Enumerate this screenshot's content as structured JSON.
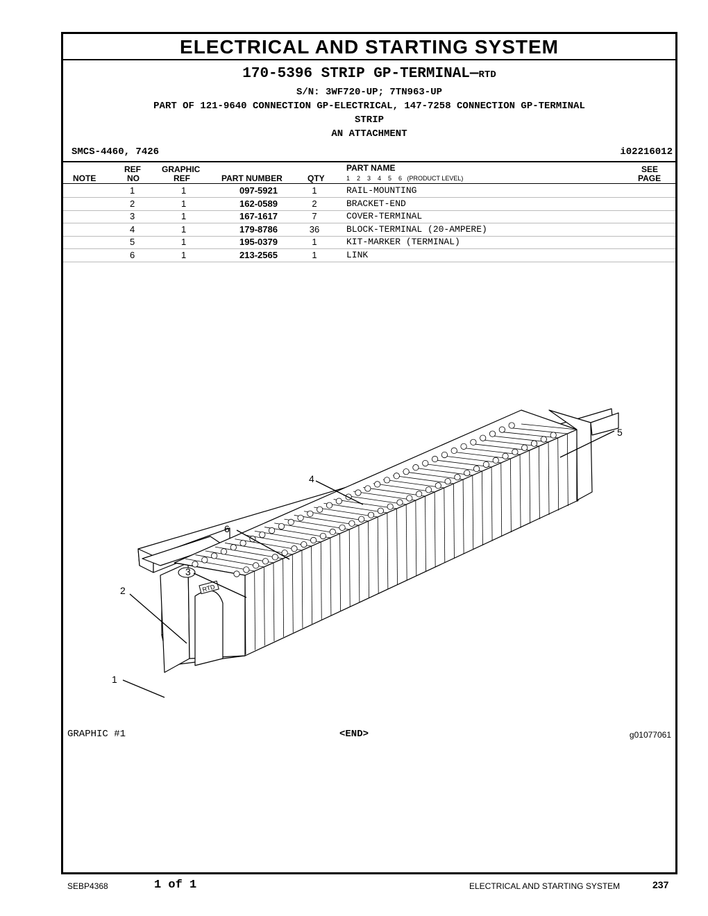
{
  "header": {
    "title": "ELECTRICAL AND STARTING SYSTEM",
    "part_title": "170-5396 STRIP GP-TERMINAL",
    "suffix": "RTD",
    "serial": "S/N: 3WF720-UP; 7TN963-UP",
    "part_of_1": "PART OF 121-9640 CONNECTION GP-ELECTRICAL, 147-7258 CONNECTION GP-TERMINAL",
    "part_of_2": "STRIP",
    "attachment": "AN ATTACHMENT",
    "smcs": "SMCS-4460, 7426",
    "illustration_id": "i02216012"
  },
  "table": {
    "columns": {
      "note": "NOTE",
      "ref_1": "REF",
      "ref_2": "NO",
      "graphic_1": "GRAPHIC",
      "graphic_2": "REF",
      "part_number": "PART NUMBER",
      "qty": "QTY",
      "part_name": "PART NAME",
      "levels": "1    2    3    4    5    6   (PRODUCT LEVEL)",
      "see_1": "SEE",
      "see_2": "PAGE"
    },
    "rows": [
      {
        "ref": "1",
        "graphic": "1",
        "part": "097-5921",
        "qty": "1",
        "name": "RAIL-MOUNTING"
      },
      {
        "ref": "2",
        "graphic": "1",
        "part": "162-0589",
        "qty": "2",
        "name": "BRACKET-END"
      },
      {
        "ref": "3",
        "graphic": "1",
        "part": "167-1617",
        "qty": "7",
        "name": "COVER-TERMINAL"
      },
      {
        "ref": "4",
        "graphic": "1",
        "part": "179-8786",
        "qty": "36",
        "name": "BLOCK-TERMINAL (20-AMPERE)"
      },
      {
        "ref": "5",
        "graphic": "1",
        "part": "195-0379",
        "qty": "1",
        "name": "KIT-MARKER (TERMINAL)"
      },
      {
        "ref": "6",
        "graphic": "1",
        "part": "213-2565",
        "qty": "1",
        "name": "LINK"
      }
    ]
  },
  "graphic": {
    "callouts": [
      "1",
      "2",
      "3",
      "4",
      "5",
      "6"
    ],
    "marker_text": "RTD",
    "label": "GRAPHIC #1",
    "end": "<END>",
    "graphic_id": "g01077061"
  },
  "footer": {
    "doc": "SEBP4368",
    "page_of": "1 of 1",
    "section": "ELECTRICAL AND STARTING SYSTEM",
    "page": "237"
  }
}
